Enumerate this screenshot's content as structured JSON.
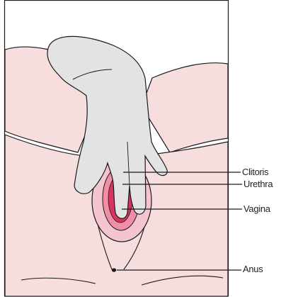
{
  "labels": {
    "clitoris": "Clitoris",
    "urethra": "Urethra",
    "vagina": "Vagina",
    "anus": "Anus"
  },
  "colors": {
    "skin": "#f7dede",
    "skin_shade": "#f0cccc",
    "glove": "#e3e3e3",
    "outline": "#1a1a1a",
    "labia_outer": "#ef8ea6",
    "labia_inner": "#d9345f",
    "vestibule": "#b81e4a"
  }
}
